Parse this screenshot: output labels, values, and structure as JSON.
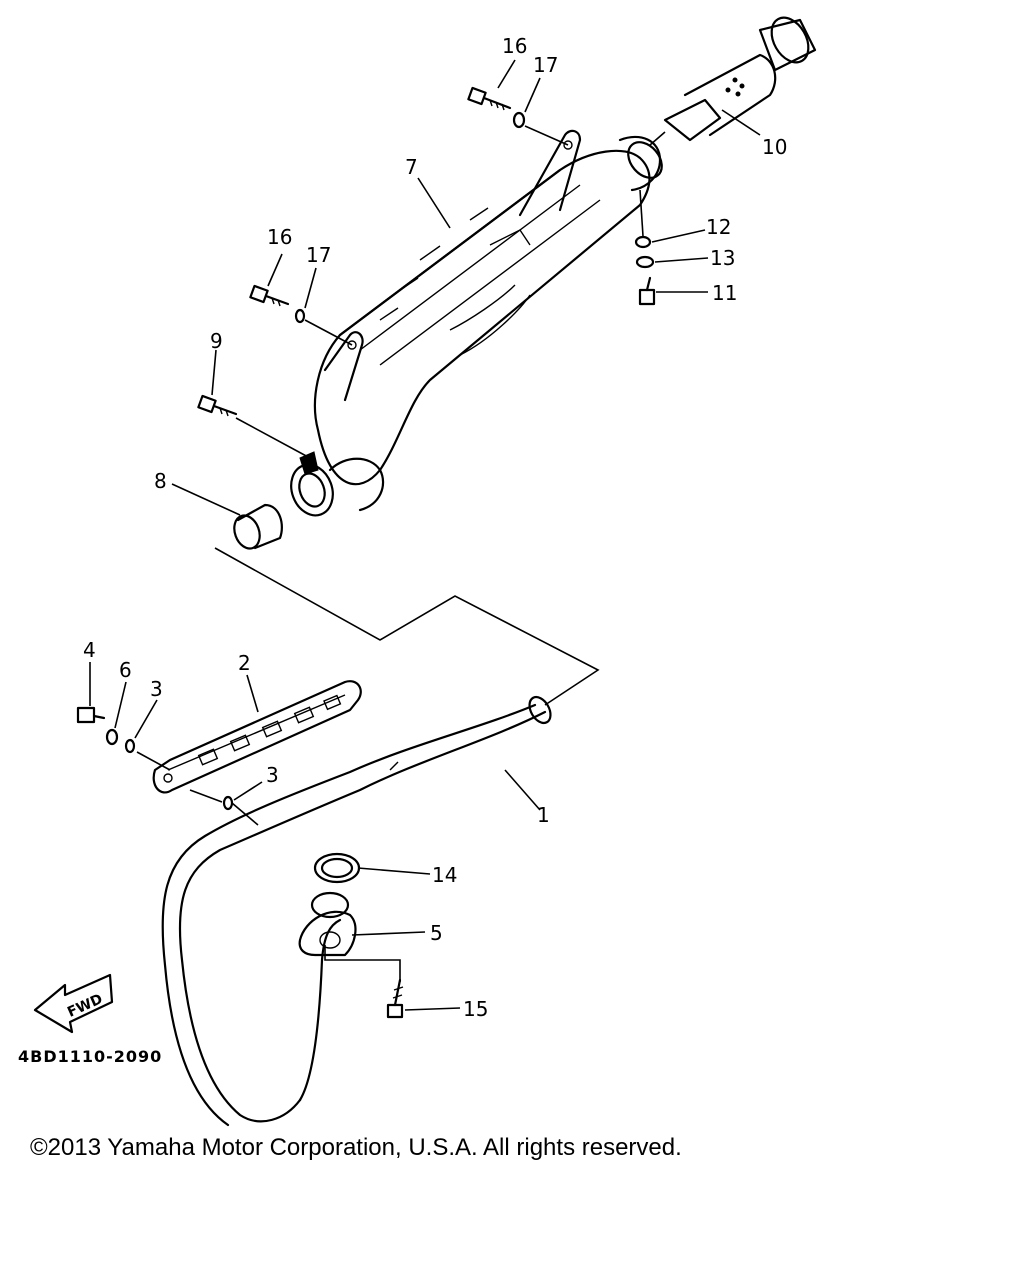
{
  "diagram": {
    "callouts": [
      {
        "id": "1",
        "label": "1"
      },
      {
        "id": "2",
        "label": "2"
      },
      {
        "id": "3a",
        "label": "3"
      },
      {
        "id": "3b",
        "label": "3"
      },
      {
        "id": "4",
        "label": "4"
      },
      {
        "id": "5",
        "label": "5"
      },
      {
        "id": "6",
        "label": "6"
      },
      {
        "id": "7",
        "label": "7"
      },
      {
        "id": "8",
        "label": "8"
      },
      {
        "id": "9",
        "label": "9"
      },
      {
        "id": "10",
        "label": "10"
      },
      {
        "id": "11",
        "label": "11"
      },
      {
        "id": "12",
        "label": "12"
      },
      {
        "id": "13",
        "label": "13"
      },
      {
        "id": "14",
        "label": "14"
      },
      {
        "id": "15",
        "label": "15"
      },
      {
        "id": "16a",
        "label": "16"
      },
      {
        "id": "16b",
        "label": "16"
      },
      {
        "id": "17a",
        "label": "17"
      },
      {
        "id": "17b",
        "label": "17"
      }
    ],
    "fwd_label": "FWD",
    "diagram_code": "4BD1110-2090"
  },
  "footer": {
    "copyright": "©2013 Yamaha Motor Corporation, U.S.A. All rights reserved."
  }
}
